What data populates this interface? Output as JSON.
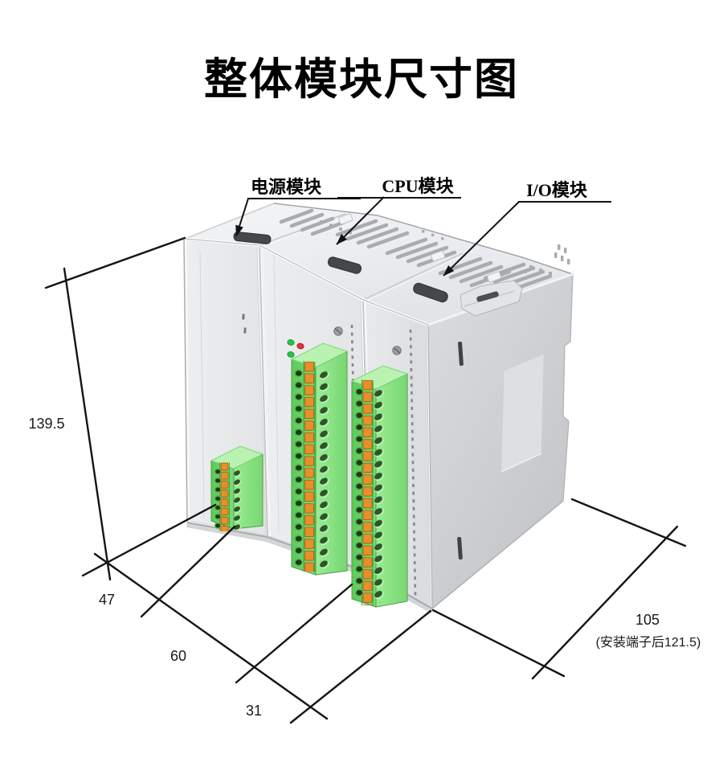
{
  "title": "整体模块尺寸图",
  "modules": {
    "power": {
      "label": "电源模块"
    },
    "cpu": {
      "label": "CPU模块"
    },
    "io": {
      "label": "I/O模块"
    }
  },
  "dimensions": {
    "height": "139.5",
    "power_width": "47",
    "cpu_width": "60",
    "io_width": "31",
    "depth": "105",
    "depth_note": "(安装端子后121.5)"
  },
  "colors": {
    "terminal_green": "#7fe07a",
    "terminal_orange": "#e6902c",
    "device_gray": "#e9eaec",
    "dimension_line": "#141414"
  }
}
